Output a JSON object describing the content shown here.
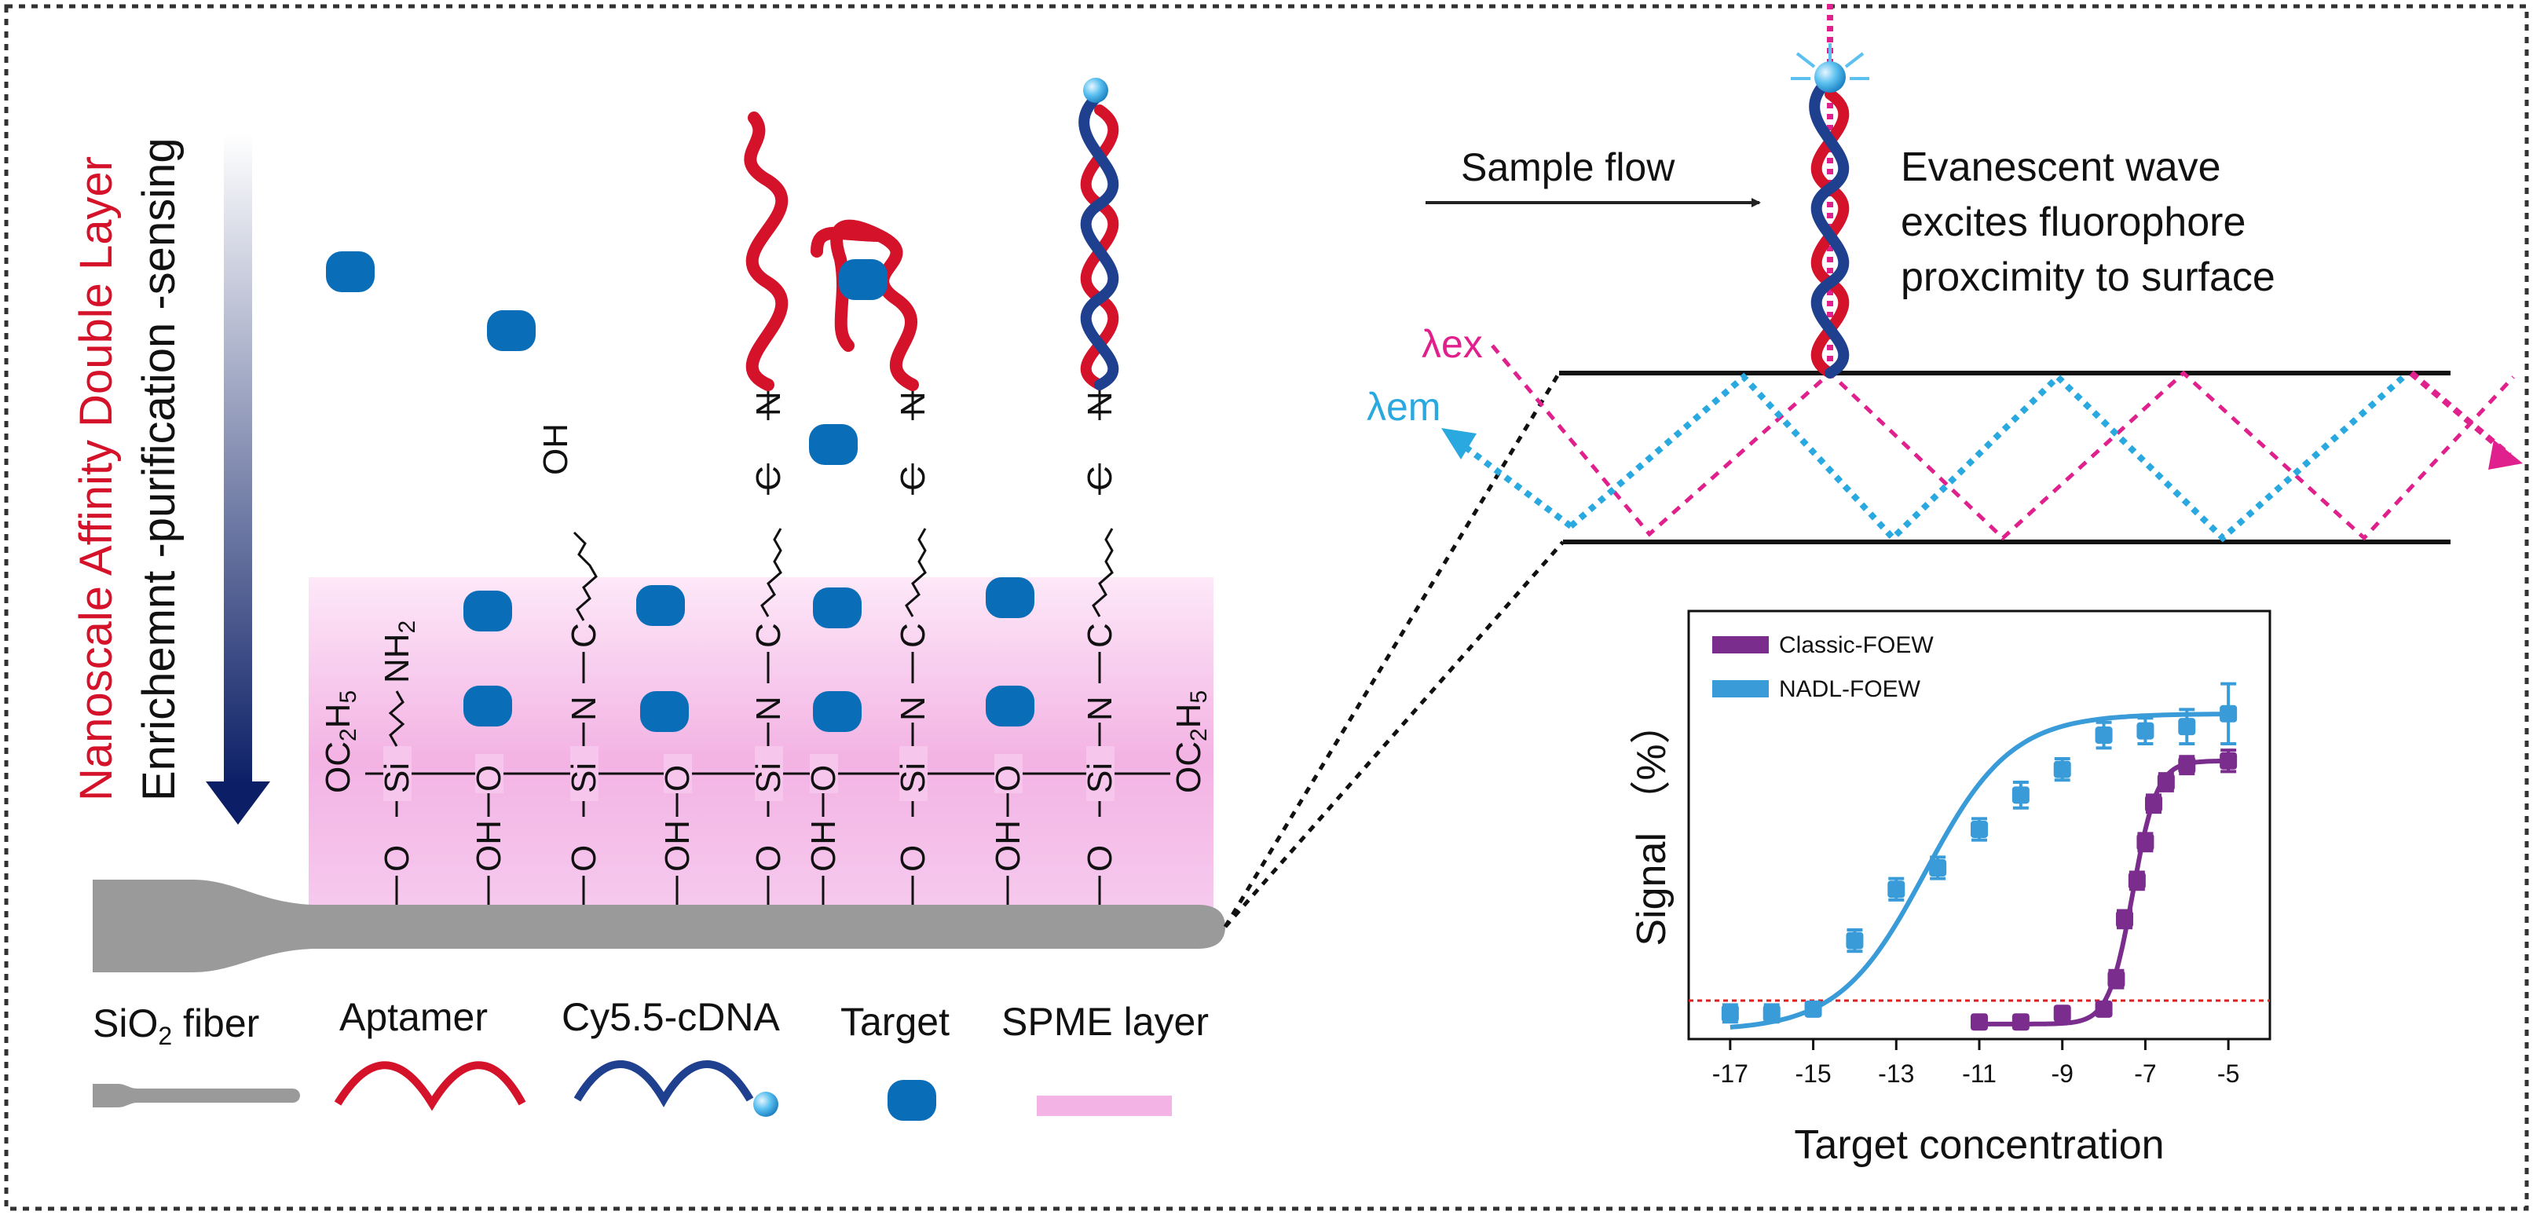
{
  "left_panel": {
    "title_red": "Nanoscale Affinity Double Layer",
    "subtitle": "Enrichemnt -purification -sensing",
    "chem": {
      "O": "O",
      "OH": "OH",
      "Si": "Si",
      "N": "N",
      "C": "C",
      "NH": "NH",
      "NH_sub": "2",
      "OC": "OC",
      "H": "H",
      "sub2": "2",
      "sub5": "5"
    }
  },
  "legend": {
    "fiber_label_pre": "SiO",
    "fiber_label_sub": "2",
    "fiber_label_post": " fiber",
    "aptamer": "Aptamer",
    "cdna": "Cy5.5-cDNA",
    "target": "Target",
    "spme": "SPME layer"
  },
  "right_panel": {
    "sample_flow": "Sample flow",
    "evanescent_line1": "Evanescent wave",
    "evanescent_line2": "excites fluorophore",
    "evanescent_line3": "proxcimity to surface",
    "lambda_ex": "λex",
    "lambda_em": "λem"
  },
  "colors": {
    "aptamer_red": "#d4122a",
    "cdna_blue": "#1f3f8f",
    "target_blue": "#0a6db8",
    "spme_pink": "#f3b3e4",
    "ex_magenta": "#e0208c",
    "em_cyan": "#29a9e0",
    "classic_purple": "#7b2d8e",
    "nadl_blue": "#3a9bd9",
    "fiber_gray": "#9a9a9a"
  },
  "chart_data": {
    "type": "scatter",
    "xlabel": "Target concentration",
    "ylabel": "Signal （%）",
    "xlim": [
      -18,
      -4
    ],
    "ylim": [
      0,
      100
    ],
    "xticks": [
      -17,
      -15,
      -13,
      -11,
      -9,
      -7,
      -5
    ],
    "xtick_labels": [
      "-17",
      "-15",
      "-13",
      "-11",
      "-9",
      "-7",
      "-5"
    ],
    "baseline_y": 9,
    "legend_position": "top-left",
    "series": [
      {
        "name": "Classic-FOEW",
        "color": "#7b2d8e",
        "x": [
          -11,
          -10,
          -9,
          -8,
          -7.7,
          -7.5,
          -7.2,
          -7,
          -6.8,
          -6.5,
          -6,
          -5
        ],
        "y": [
          4,
          4,
          6,
          7,
          14,
          28,
          37,
          46,
          55,
          60,
          64,
          65
        ],
        "err": [
          1.5,
          1.5,
          1.5,
          1.5,
          2,
          2,
          2,
          2,
          2,
          2,
          2,
          2.5
        ]
      },
      {
        "name": "NADL-FOEW",
        "color": "#3a9bd9",
        "x": [
          -17,
          -16,
          -15,
          -14,
          -13,
          -12,
          -11,
          -10,
          -9,
          -8,
          -7,
          -6,
          -5
        ],
        "y": [
          6,
          6,
          7,
          23,
          35,
          40,
          49,
          57,
          63,
          71,
          72,
          73,
          76
        ],
        "err": [
          2,
          2,
          1.5,
          2.5,
          2.5,
          2.5,
          2.5,
          3,
          2.5,
          3,
          3,
          4,
          7
        ]
      }
    ],
    "fit_curves": [
      {
        "series": "Classic-FOEW",
        "bottom": 3.5,
        "top": 65,
        "ec50": -7.3,
        "hill": 1.5
      },
      {
        "series": "NADL-FOEW",
        "bottom": 2,
        "top": 76,
        "ec50": -12.3,
        "hill": 0.42
      }
    ]
  }
}
